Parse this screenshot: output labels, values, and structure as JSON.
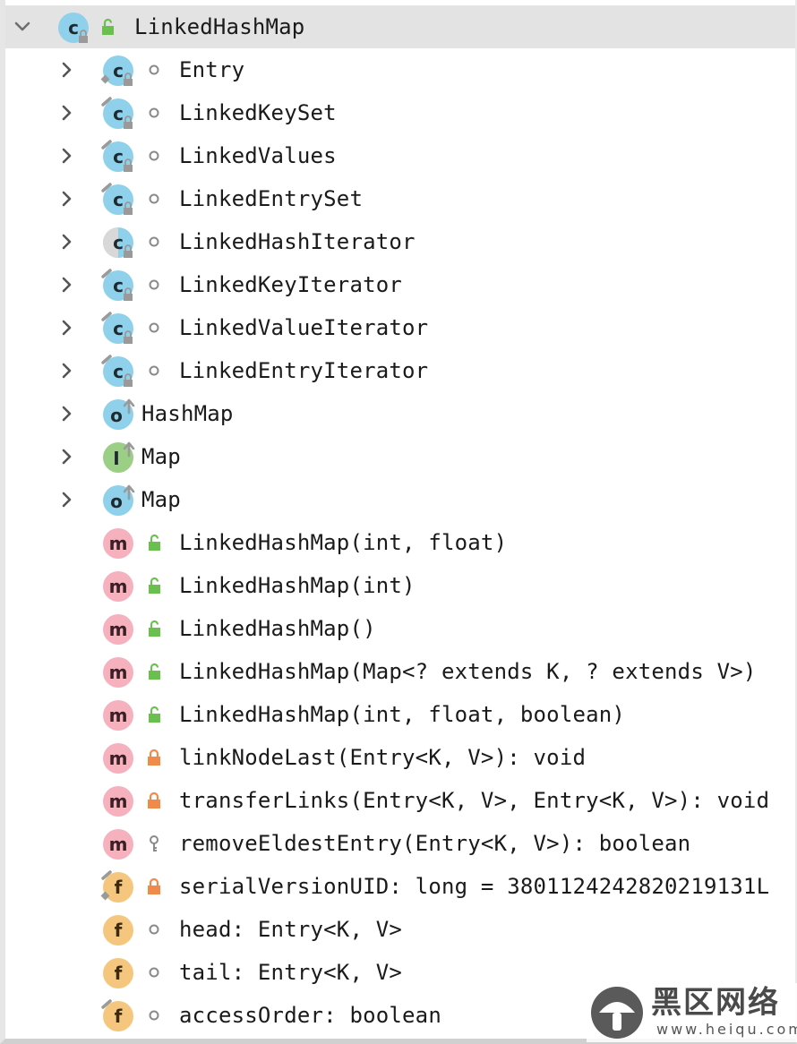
{
  "tree": {
    "root_label": "LinkedHashMap",
    "children": [
      {
        "label": "Entry",
        "kind": "class",
        "vis": "package"
      },
      {
        "label": "LinkedKeySet",
        "kind": "class",
        "vis": "package"
      },
      {
        "label": "LinkedValues",
        "kind": "class",
        "vis": "package"
      },
      {
        "label": "LinkedEntrySet",
        "kind": "class",
        "vis": "package"
      },
      {
        "label": "LinkedHashIterator",
        "kind": "class",
        "vis": "package"
      },
      {
        "label": "LinkedKeyIterator",
        "kind": "class",
        "vis": "package"
      },
      {
        "label": "LinkedValueIterator",
        "kind": "class",
        "vis": "package"
      },
      {
        "label": "LinkedEntryIterator",
        "kind": "class",
        "vis": "package"
      },
      {
        "label": "HashMap",
        "kind": "inherited-class"
      },
      {
        "label": "Map",
        "kind": "inherited-interface"
      },
      {
        "label": "Map",
        "kind": "inherited-class"
      },
      {
        "label": "LinkedHashMap(int, float)",
        "kind": "method",
        "vis": "public"
      },
      {
        "label": "LinkedHashMap(int)",
        "kind": "method",
        "vis": "public"
      },
      {
        "label": "LinkedHashMap()",
        "kind": "method",
        "vis": "public"
      },
      {
        "label": "LinkedHashMap(Map<? extends K, ? extends V>)",
        "kind": "method",
        "vis": "public"
      },
      {
        "label": "LinkedHashMap(int, float, boolean)",
        "kind": "method",
        "vis": "public"
      },
      {
        "label": "linkNodeLast(Entry<K, V>): void",
        "kind": "method",
        "vis": "private"
      },
      {
        "label": "transferLinks(Entry<K, V>, Entry<K, V>): void",
        "kind": "method",
        "vis": "private"
      },
      {
        "label": "removeEldestEntry(Entry<K, V>): boolean",
        "kind": "method",
        "vis": "protected"
      },
      {
        "label": "serialVersionUID: long = 3801124242820219131L",
        "kind": "field",
        "vis": "private"
      },
      {
        "label": "head: Entry<K, V>",
        "kind": "field",
        "vis": "package"
      },
      {
        "label": "tail: Entry<K, V>",
        "kind": "field",
        "vis": "package"
      },
      {
        "label": "accessOrder: boolean",
        "kind": "field",
        "vis": "package"
      }
    ]
  },
  "watermark": {
    "name": "黑区网络",
    "url": "www.heiqu.com"
  },
  "colors": {
    "class": "#8fd0ea",
    "interface": "#9ccf86",
    "method": "#f5b1bd",
    "field": "#f5c77e",
    "public_lock": "#6bbf4e",
    "private_lock": "#f08a4b",
    "header_bg": "#e3e3e3"
  }
}
